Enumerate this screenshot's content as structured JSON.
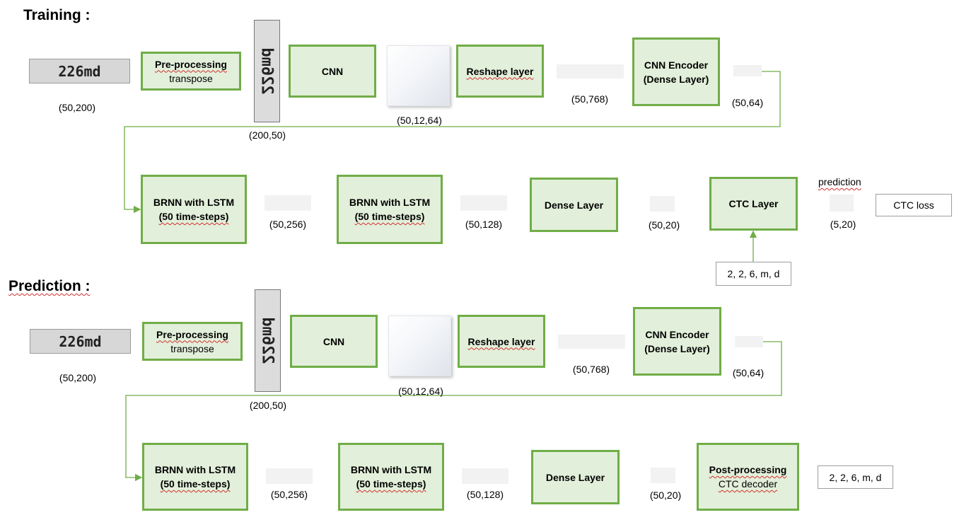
{
  "training": {
    "title": "Training :",
    "captcha_text": "226md",
    "captcha_rot_text": "226md",
    "input_dim": "(50,200)",
    "preproc": {
      "title": "Pre-processing",
      "sub": "transpose"
    },
    "transposed_dim": "(200,50)",
    "cnn": "CNN",
    "cnn_dim": "(50,12,64)",
    "reshape": "Reshape layer",
    "reshape_dim": "(50,768)",
    "encoder": {
      "line1": "CNN Encoder",
      "line2": "(Dense Layer)"
    },
    "encoder_dim": "(50,64)",
    "brnn1": {
      "line1": "BRNN with LSTM",
      "line2": "(50 time-steps)"
    },
    "brnn1_dim": "(50,256)",
    "brnn2": {
      "line1": "BRNN with LSTM",
      "line2": "(50 time-steps)"
    },
    "brnn2_dim": "(50,128)",
    "dense": "Dense Layer",
    "dense_dim": "(50,20)",
    "ctc": "CTC Layer",
    "prediction_label": "prediction",
    "prediction_dim": "(5,20)",
    "ctc_loss": "CTC loss",
    "label_input": "2, 2, 6, m, d"
  },
  "prediction": {
    "title": "Prediction :",
    "captcha_text": "226md",
    "captcha_rot_text": "226md",
    "input_dim": "(50,200)",
    "preproc": {
      "title": "Pre-processing",
      "sub": "transpose"
    },
    "transposed_dim": "(200,50)",
    "cnn": "CNN",
    "cnn_dim": "(50,12,64)",
    "reshape": "Reshape layer",
    "reshape_dim": "(50,768)",
    "encoder": {
      "line1": "CNN Encoder",
      "line2": "(Dense Layer)"
    },
    "encoder_dim": "(50,64)",
    "brnn1": {
      "line1": "BRNN with LSTM",
      "line2": "(50 time-steps)"
    },
    "brnn1_dim": "(50,256)",
    "brnn2": {
      "line1": "BRNN with LSTM",
      "line2": "(50 time-steps)"
    },
    "brnn2_dim": "(50,128)",
    "dense": "Dense Layer",
    "dense_dim": "(50,20)",
    "postproc": {
      "title": "Post-processing",
      "sub": "CTC decoder"
    },
    "output": "2, 2, 6, m, d"
  },
  "colors": {
    "box_fill": "#e2efda",
    "box_border": "#70ad47",
    "connector": "#70ad47",
    "tensor_bar": "#f2f2f2"
  }
}
